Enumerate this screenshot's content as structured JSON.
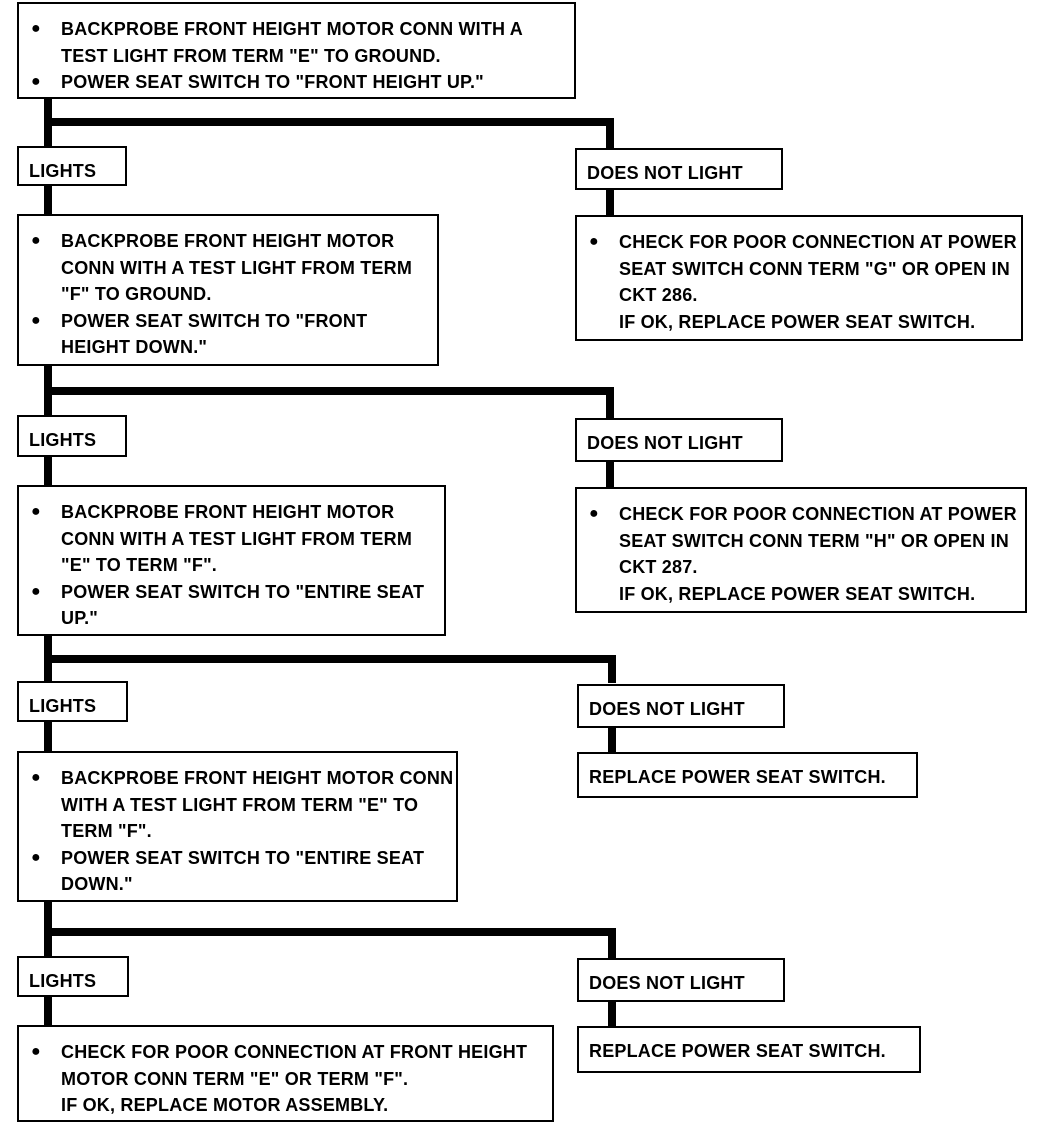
{
  "step1": {
    "bullets": [
      "BACKPROBE FRONT HEIGHT MOTOR CONN WITH A TEST LIGHT FROM TERM \"E\" TO GROUND.",
      "POWER SEAT SWITCH TO \"FRONT HEIGHT UP.\""
    ],
    "lights_label": "LIGHTS",
    "no_light_label": "DOES NOT LIGHT",
    "no_light_action": {
      "bullet": "CHECK FOR POOR CONNECTION AT POWER SEAT SWITCH CONN TERM \"G\" OR OPEN IN CKT 286.",
      "followup": "IF OK, REPLACE POWER SEAT SWITCH."
    }
  },
  "step2": {
    "bullets": [
      "BACKPROBE FRONT HEIGHT MOTOR CONN WITH A TEST LIGHT FROM TERM \"F\" TO GROUND.",
      "POWER SEAT SWITCH TO \"FRONT HEIGHT DOWN.\""
    ],
    "lights_label": "LIGHTS",
    "no_light_label": "DOES NOT LIGHT",
    "no_light_action": {
      "bullet": "CHECK FOR POOR CONNECTION AT POWER SEAT SWITCH CONN TERM \"H\" OR OPEN IN CKT 287.",
      "followup": "IF OK, REPLACE POWER SEAT SWITCH."
    }
  },
  "step3": {
    "bullets": [
      "BACKPROBE FRONT HEIGHT MOTOR CONN WITH A TEST LIGHT FROM TERM \"E\" TO TERM \"F\".",
      "POWER SEAT SWITCH TO \"ENTIRE SEAT UP.\""
    ],
    "lights_label": "LIGHTS",
    "no_light_label": "DOES NOT LIGHT",
    "no_light_action": "REPLACE POWER SEAT SWITCH."
  },
  "step4": {
    "bullets": [
      "BACKPROBE FRONT HEIGHT MOTOR CONN WITH A TEST LIGHT FROM TERM \"E\" TO TERM \"F\".",
      "POWER SEAT SWITCH TO \"ENTIRE SEAT DOWN.\""
    ],
    "lights_label": "LIGHTS",
    "no_light_label": "DOES NOT LIGHT",
    "no_light_action": "REPLACE POWER SEAT SWITCH."
  },
  "final": {
    "bullet": "CHECK FOR POOR CONNECTION AT FRONT HEIGHT MOTOR CONN TERM \"E\" OR TERM \"F\".",
    "followup": "IF OK, REPLACE MOTOR ASSEMBLY."
  },
  "bullet_glyph": "●"
}
